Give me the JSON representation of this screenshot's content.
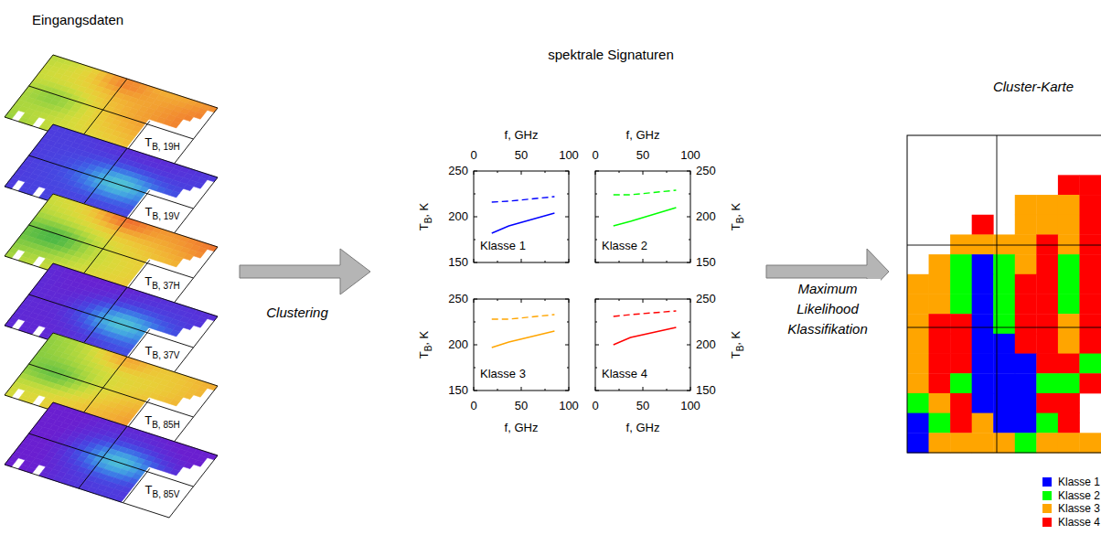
{
  "diagram": {
    "nodes": [
      {
        "text": [
          "Eingangsdaten"
        ]
      },
      {
        "text": [
          "spektrale Signaturen"
        ]
      },
      {
        "text": [
          "Cluster-Karte"
        ]
      }
    ],
    "edges": [
      {
        "from": 0,
        "to": 1,
        "arrow": "to",
        "label": "Clustering"
      },
      {
        "from": 1,
        "to": 2,
        "arrow": "to",
        "label": "Maximum Likelihood Klassifikation"
      }
    ],
    "labels": [
      "T",
      "B, 19H",
      "T",
      "B, 19V",
      "T",
      "B, 37H",
      "T",
      "B, 37V",
      "T",
      "B, 85H",
      "T",
      "B, 85V",
      "f, GHz",
      "0",
      "50",
      "100",
      "250",
      "200",
      "150",
      "T",
      "B",
      ", K",
      "Klasse 1",
      "f, GHz",
      "0",
      "50",
      "100",
      "250",
      "200",
      "150",
      "T",
      "B",
      ", K",
      "Klasse 2",
      "250",
      "200",
      "150",
      "T",
      "B",
      ", K",
      "Klasse 3",
      "0",
      "50",
      "100",
      "f, GHz",
      "250",
      "200",
      "150",
      "T",
      "B",
      ", K",
      "Klasse 4",
      "0",
      "50",
      "100",
      "f, GHz"
    ],
    "legend": [
      {
        "text": "Klasse 1",
        "color": "#0000ff"
      },
      {
        "text": "Klasse 2",
        "color": "#00ff00"
      },
      {
        "text": "Klasse 3",
        "color": "#ffa500"
      },
      {
        "text": "Klasse 4",
        "color": "#ff0000"
      }
    ]
  }
}
